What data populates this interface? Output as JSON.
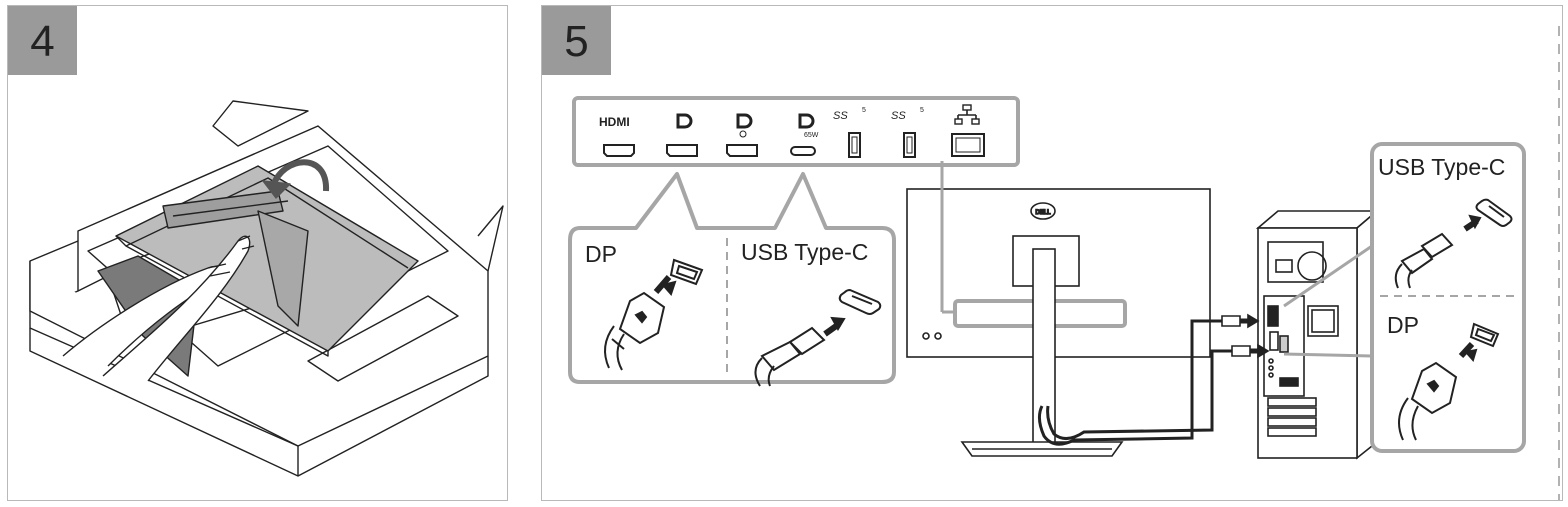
{
  "panels": [
    {
      "step": "4"
    },
    {
      "step": "5"
    }
  ],
  "ports": {
    "hdmi": "HDMI",
    "ss1": "SS",
    "ss1_gen": "5",
    "ss2": "SS",
    "ss2_gen": "5",
    "watt": "65W"
  },
  "callouts": {
    "left_dp": "DP",
    "left_usbc": "USB Type-C",
    "right_usbc": "USB Type-C",
    "right_dp": "DP"
  },
  "brand": "DELL",
  "colors": {
    "step_bg": "#9a9a9a",
    "callout_border": "#a6a6a6",
    "line": "#222222",
    "screen_fill": "#bcbcbc"
  }
}
